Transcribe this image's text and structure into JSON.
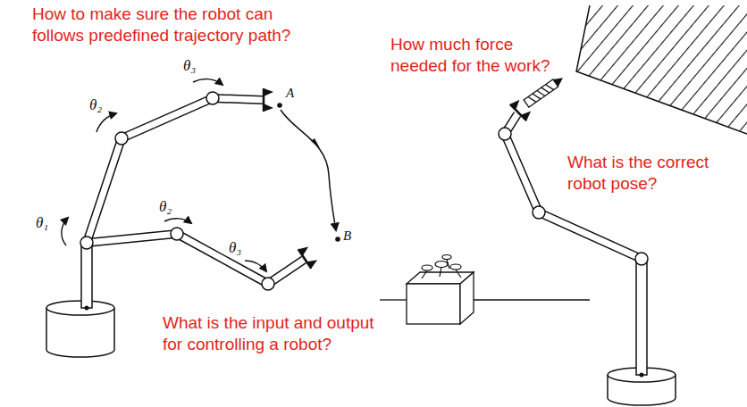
{
  "diagram": {
    "labels": [
      "How to make sure the robot can follows predefined trajectory path?",
      "How much force needed for the work?",
      "θ₃",
      "A",
      "θ₂",
      "What is the correct robot pose?",
      "θ₂",
      "θ₁",
      "θ₃",
      "B",
      "What is the input and output for controlling a robot?"
    ]
  }
}
